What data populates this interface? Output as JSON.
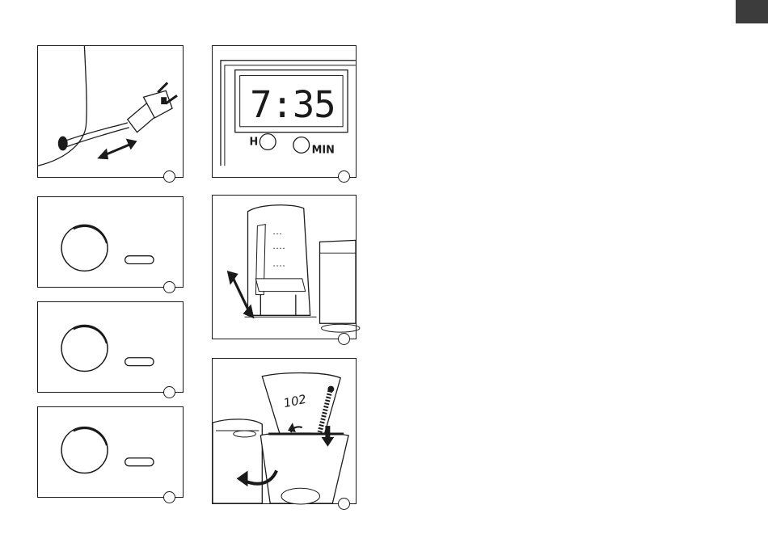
{
  "page": {
    "tab_color": "#3c3c3c",
    "line_color": "#1a1a1a"
  },
  "figures": {
    "power_plug": {
      "icon": "power-plug-icon"
    },
    "clock": {
      "display_time": "7:35",
      "hour_button_label": "H",
      "minute_button_label": "MIN"
    },
    "button_states": [
      {
        "icon": "round-button-icon"
      },
      {
        "icon": "round-button-icon"
      },
      {
        "icon": "round-button-icon"
      }
    ],
    "water_tank": {
      "icon": "water-tank-icon"
    },
    "filter": {
      "filter_size_label": "102"
    }
  }
}
